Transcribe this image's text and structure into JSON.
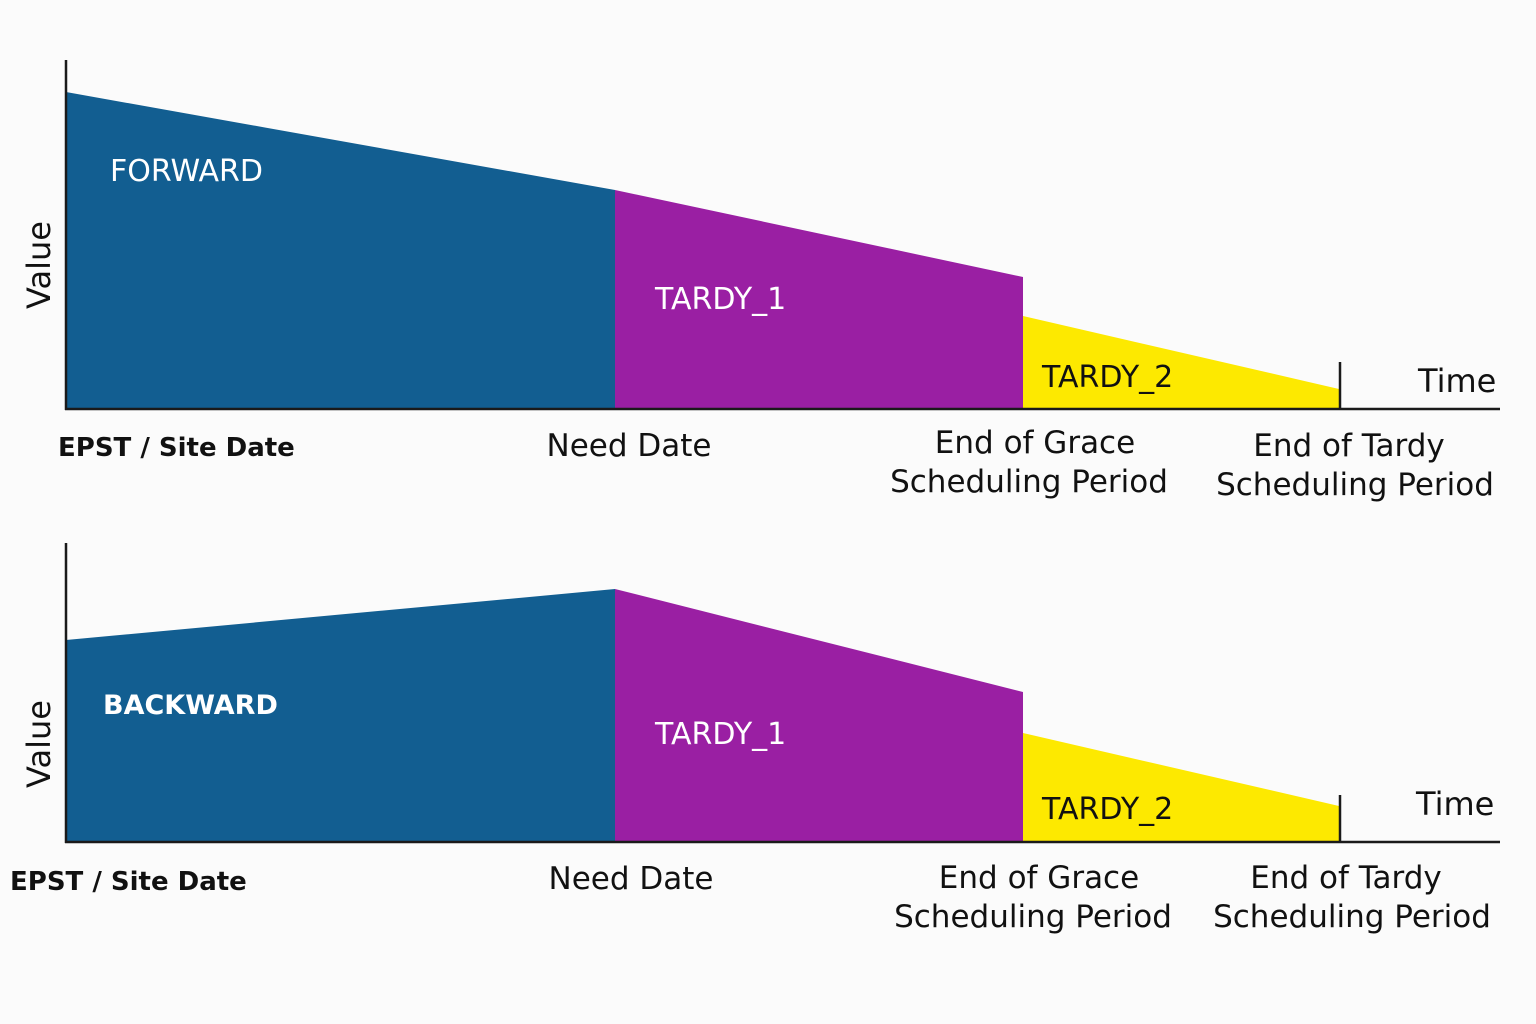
{
  "colors": {
    "forward_backward": "#125e91",
    "tardy_1": "#9a1fa3",
    "tardy_2": "#fde900",
    "axis": "#1a1a1a"
  },
  "panels": [
    {
      "id": "forward",
      "region_labels": {
        "base": "FORWARD",
        "tardy_1": "TARDY_1",
        "tardy_2": "TARDY_2"
      },
      "y_axis_label": "Value",
      "x_axis_label": "Time",
      "x_ticks": {
        "origin": "EPST / Site Date",
        "need": "Need Date",
        "grace_line1": "End of Grace",
        "grace_line2": "Scheduling Period",
        "tardy_line1": "End of Tardy",
        "tardy_line2": "Scheduling Period"
      }
    },
    {
      "id": "backward",
      "region_labels": {
        "base": "BACKWARD",
        "tardy_1": "TARDY_1",
        "tardy_2": "TARDY_2"
      },
      "y_axis_label": "Value",
      "x_axis_label": "Time",
      "x_ticks": {
        "origin": "EPST / Site Date",
        "need": "Need Date",
        "grace_line1": "End of Grace",
        "grace_line2": "Scheduling Period",
        "tardy_line1": "End of Tardy",
        "tardy_line2": "Scheduling Period"
      }
    }
  ]
}
